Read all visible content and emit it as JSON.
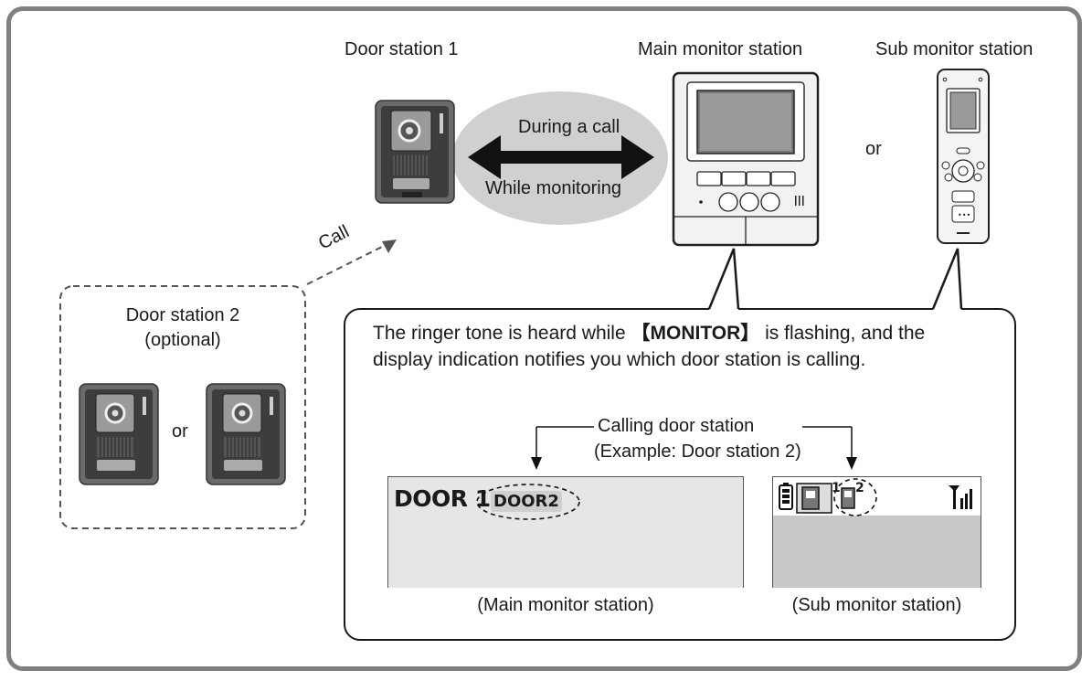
{
  "labels": {
    "door_station_1": "Door station 1",
    "main_monitor_station": "Main monitor station",
    "sub_monitor_station": "Sub monitor station",
    "or_top": "or",
    "during_a_call": "During a call",
    "while_monitoring": "While monitoring",
    "call": "Call",
    "door_station_2": "Door station 2",
    "optional": "(optional)",
    "or_bottom": "or"
  },
  "callout": {
    "line1_before": "The ringer tone is heard while ",
    "line1_bold": "【MONITOR】",
    "line1_after": " is flashing, and the",
    "line2": "display indication notifies you which door station is calling."
  },
  "display": {
    "calling_door_station": "Calling door station",
    "example": "(Example: Door station 2)",
    "main_screen_door1": "DOOR 1",
    "main_screen_door2": "DOOR2",
    "main_caption": "(Main monitor station)",
    "sub_caption": "(Sub monitor station)",
    "sub_number_1": "1",
    "sub_number_2": "2"
  },
  "colors": {
    "frame": "#808080",
    "ellipse": "#d0d0d0",
    "device_dark": "#5a5a5a",
    "screen_main": "#e6e6e6",
    "screen_sub": "#c8c8c8"
  }
}
